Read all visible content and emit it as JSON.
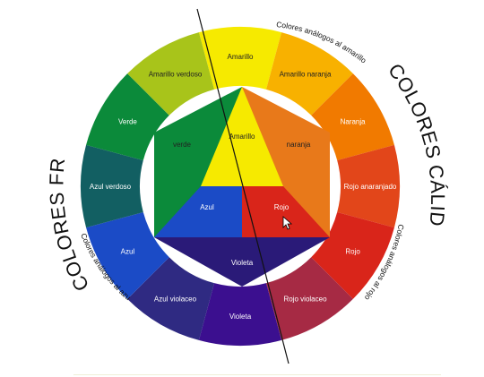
{
  "diagram": {
    "wheel_segments": [
      {
        "label": "Amarillo",
        "color": "#f6ea00",
        "text": "dark"
      },
      {
        "label": "Amarillo naranja",
        "color": "#f8b100",
        "text": "dark"
      },
      {
        "label": "Naranja",
        "color": "#f17a00",
        "text": "light"
      },
      {
        "label": "Rojo anaranjado",
        "color": "#e2461a",
        "text": "light"
      },
      {
        "label": "Rojo",
        "color": "#d9251a",
        "text": "light"
      },
      {
        "label": "Rojo violaceo",
        "color": "#a62a44",
        "text": "light"
      },
      {
        "label": "Violeta",
        "color": "#3b0f8f",
        "text": "light"
      },
      {
        "label": "Azul violaceo",
        "color": "#2f2a82",
        "text": "light"
      },
      {
        "label": "Azul",
        "color": "#1b4bc6",
        "text": "light"
      },
      {
        "label": "Azul verdoso",
        "color": "#125f62",
        "text": "light"
      },
      {
        "label": "Verde",
        "color": "#0b8a3a",
        "text": "light"
      },
      {
        "label": "Amarillo verdoso",
        "color": "#a8c41a",
        "text": "dark"
      }
    ],
    "inner": {
      "amarillo": {
        "label": "Amarillo",
        "color": "#f6ea00"
      },
      "azul": {
        "label": "Azul",
        "color": "#1b4bc6"
      },
      "rojo": {
        "label": "Rojo",
        "color": "#d9251a"
      },
      "verde": {
        "label": "verde",
        "color": "#0b8a3a"
      },
      "naranja": {
        "label": "naranja",
        "color": "#e8791a"
      },
      "violeta": {
        "label": "Violeta",
        "color": "#2a1a78"
      }
    },
    "annotations": {
      "analogos_amarillo": "Colores análogos al amarillo",
      "analogos_rojo": "Colores análogos al rojo",
      "analogos_azul": "Colores análogos al azul",
      "colores_calidos": "COLORES CÁLIDOS",
      "colores_frios": "COLORES FRÍOS"
    }
  }
}
